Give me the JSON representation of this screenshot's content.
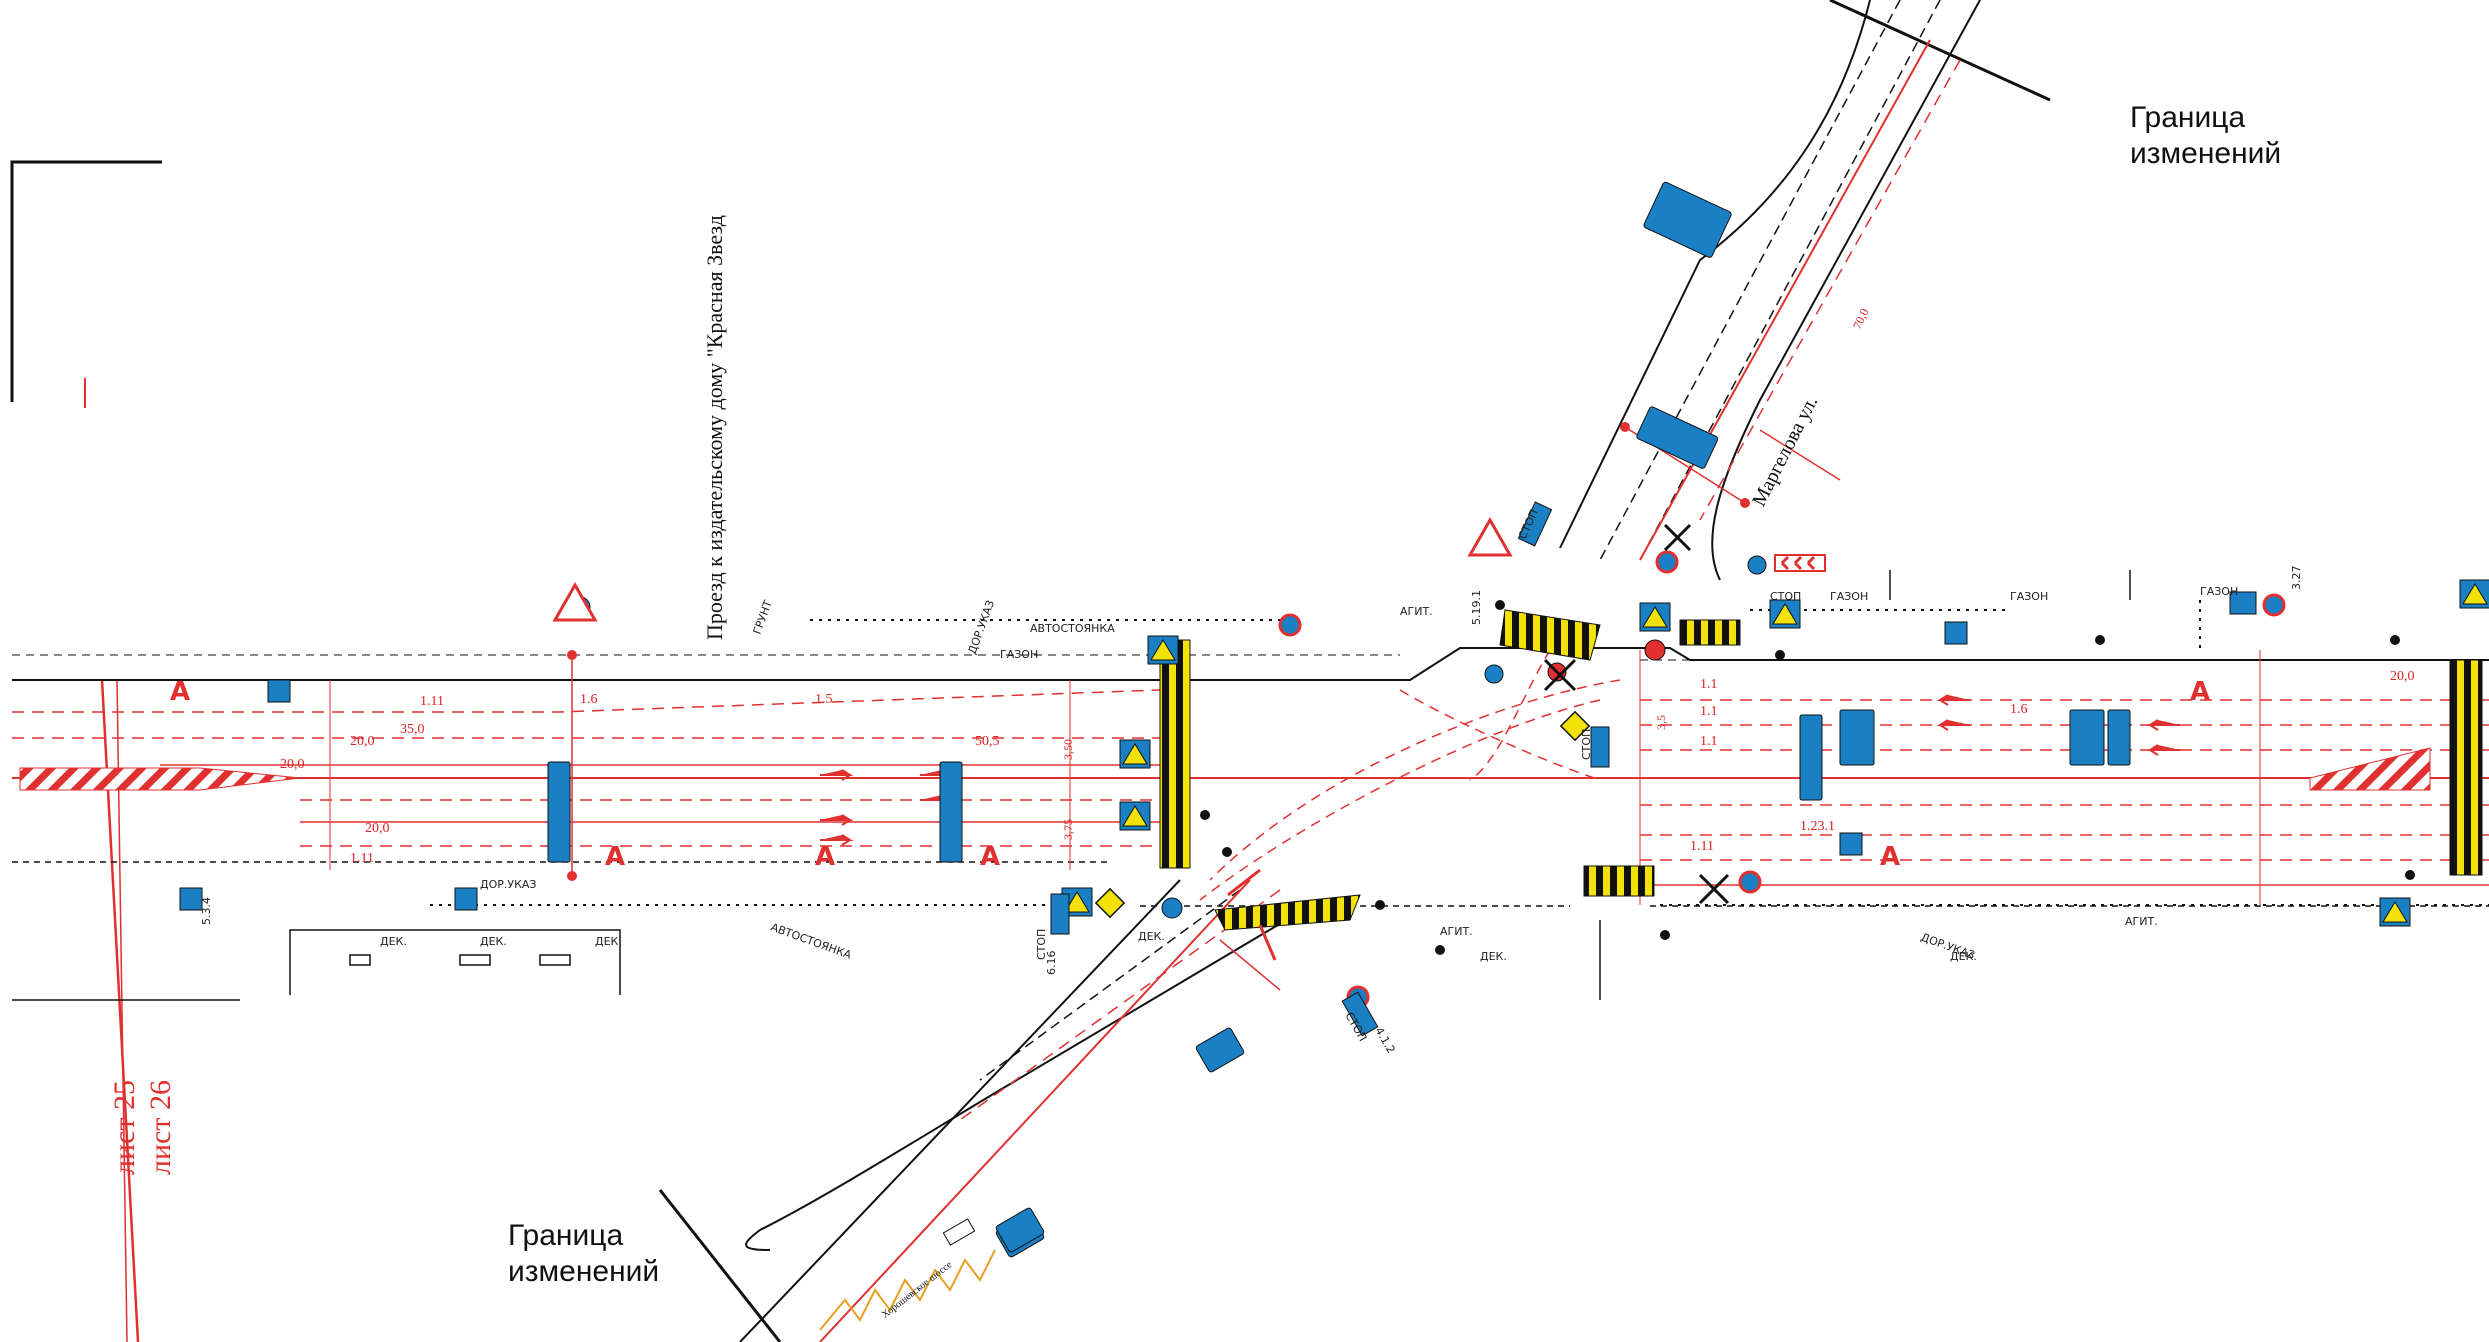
{
  "captions": {
    "boundary_top": [
      "Граница",
      "изменений"
    ],
    "boundary_bottom": [
      "Граница",
      "изменений"
    ]
  },
  "sheets": {
    "left": "лист 25",
    "right": "лист 26"
  },
  "streets": {
    "access_road": "Проезд к издательскому дому \"Красная Звезд",
    "margelova": "Маргелова ул.",
    "khoroshevskoe": "Хорошевское шоссе"
  },
  "areas": {
    "parking_top": "АВТОСТОЯНКА",
    "parking_bottom": "АВТОСТОЯНКА",
    "lawn_left": "ГАЗОН",
    "lawn_mid": "ГАЗОН",
    "lawn_right": "ГАЗОН",
    "lawn_far": "ГАЗОН",
    "road_marker_left": "ДОР.УКАЗ",
    "road_marker_bottom_left": "ДОР.УКАЗ",
    "road_marker_bottom_right": "ДОР.УКАЗ",
    "ground": "ГРУНТ",
    "agit_1": "АГИТ.",
    "agit_2": "АГИТ.",
    "agit_3": "АГИТ.",
    "dek_1": "ДЕК.",
    "dek_2": "ДЕК.",
    "dek_3": "ДЕК.",
    "dek_4": "ДЕК.",
    "dek_5": "ДЕК.",
    "dek_6": "ДЕК."
  },
  "dimensions": {
    "d_35_0": "35,0",
    "d_20_0_a": "20,0",
    "d_20_0_b": "20,0",
    "d_20_0_c": "20,0",
    "d_20_0_d": "20,0",
    "d_50_5": "50,5",
    "d_70_0": "70,0",
    "d_1_6_a": "1.6",
    "d_1_6_b": "1.6",
    "d_1_5": "1.5",
    "d_1_11_a": "1.11",
    "d_1_11_b": "1.11",
    "d_1_11_c": "1.11",
    "d_1_1_a": "1.1",
    "d_1_1_b": "1.1",
    "d_1_1_c": "1.1",
    "d_1_23_1": "1.23.1",
    "d_3_50": "3,50",
    "d_3_75": "3,75",
    "d_3_5": "3,5"
  },
  "signs": {
    "stop_1": "СТОП",
    "stop_2": "СТОП",
    "stop_3": "СТОП",
    "stop_4": "СТОП",
    "stop_5": "СТОП",
    "code_616": "6.16",
    "code_412": "4.1.2",
    "code_534": "5.3.4",
    "code_3272": "3.27",
    "code_519": "5.19.1"
  },
  "colors": {
    "road_line": "#111111",
    "red_line": "#e03030",
    "sign_blue": "#1b7fc4",
    "sign_yellow": "#f2e20a",
    "hatch_red": "#e03030"
  }
}
